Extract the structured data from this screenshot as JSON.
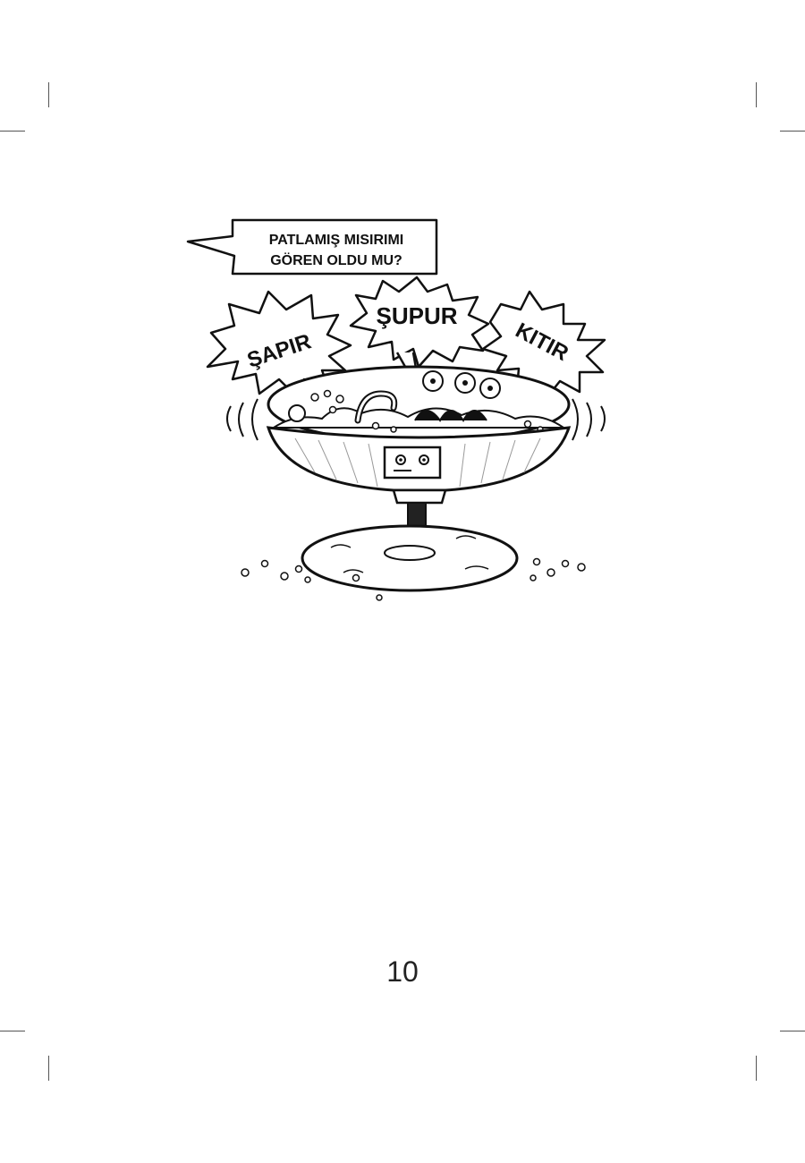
{
  "speech_bubble": {
    "line1": "PATLAMIŞ MISIRIMI",
    "line2": "GÖREN OLDU MU?"
  },
  "sound_effects": {
    "left": "ŞAPIR",
    "middle": "ŞUPUR",
    "right": "KITIR"
  },
  "page": {
    "number": "10"
  }
}
